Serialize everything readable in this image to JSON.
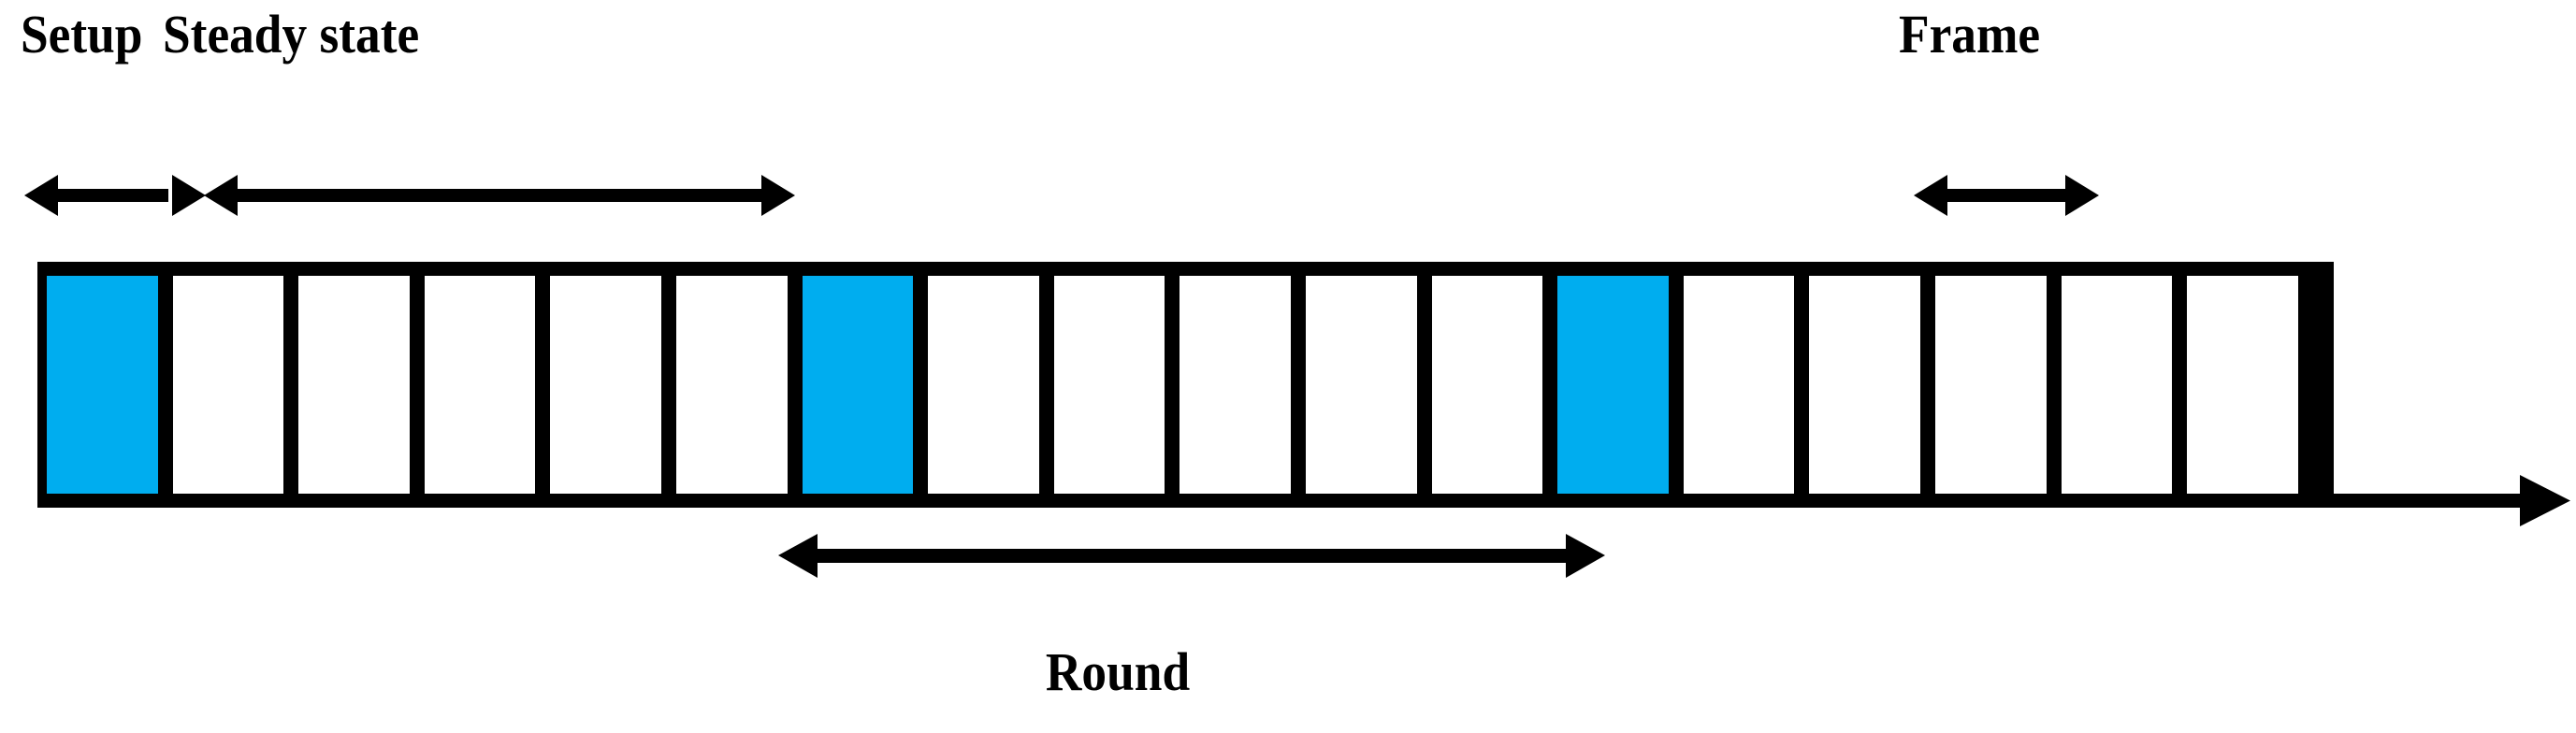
{
  "diagram": {
    "title": "Setup and steady-state frame timeline",
    "background_color": "#ffffff",
    "line_color": "#000000",
    "active_slot_color": "#00ADEF"
  },
  "labels": {
    "setup": "Setup",
    "steady_state": "Steady state",
    "frame": "Frame",
    "round": "Round"
  },
  "timeline": {
    "slot_count": 18,
    "active_slot_indices": [
      0,
      6,
      12
    ],
    "slot_states": [
      "active",
      "idle",
      "idle",
      "idle",
      "idle",
      "idle",
      "active",
      "idle",
      "idle",
      "idle",
      "idle",
      "idle",
      "active",
      "idle",
      "idle",
      "idle",
      "idle",
      "idle"
    ],
    "continues_right": true
  },
  "measures": [
    {
      "name": "setup",
      "label": "Setup",
      "span_slots": 1,
      "double_headed": true
    },
    {
      "name": "steady-state",
      "label": "Steady state",
      "span_slots": 6,
      "double_headed": true
    },
    {
      "name": "frame",
      "label": "Frame",
      "span_slots": 1,
      "double_headed": true
    },
    {
      "name": "round",
      "label": "Round",
      "span_slots": 6,
      "double_headed": true
    }
  ]
}
